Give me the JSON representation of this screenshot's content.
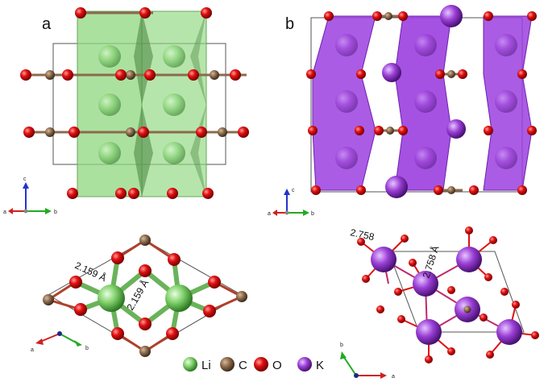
{
  "panels": {
    "a": {
      "label": "a"
    },
    "b": {
      "label": "b"
    }
  },
  "axes": {
    "top_left": {
      "x": "a",
      "y": "b",
      "z": "c"
    },
    "top_right": {
      "x": "a",
      "y": "b",
      "z": "c"
    },
    "bottom_left": {
      "x": "a",
      "y": "b"
    },
    "bottom_right": {
      "x": "a",
      "y": "b"
    }
  },
  "annotations": {
    "li_o_1": "2.159 Å",
    "li_o_2": "2.159 Å",
    "k_o_1": "2.758",
    "k_o_2": "2.758 Å"
  },
  "legend": [
    {
      "label": "Li",
      "color": "#7fcf6a"
    },
    {
      "label": "C",
      "color": "#8b6a4c"
    },
    {
      "label": "O",
      "color": "#e01010"
    },
    {
      "label": "K",
      "color": "#9b3fd6"
    }
  ],
  "colors": {
    "li_poly": "#8fd77f",
    "k_poly": "#9b3fe0",
    "oxygen": "#e01010",
    "carbon": "#8b6a4c",
    "lithium": "#7fcf6a",
    "potassium": "#9b3fd6"
  }
}
